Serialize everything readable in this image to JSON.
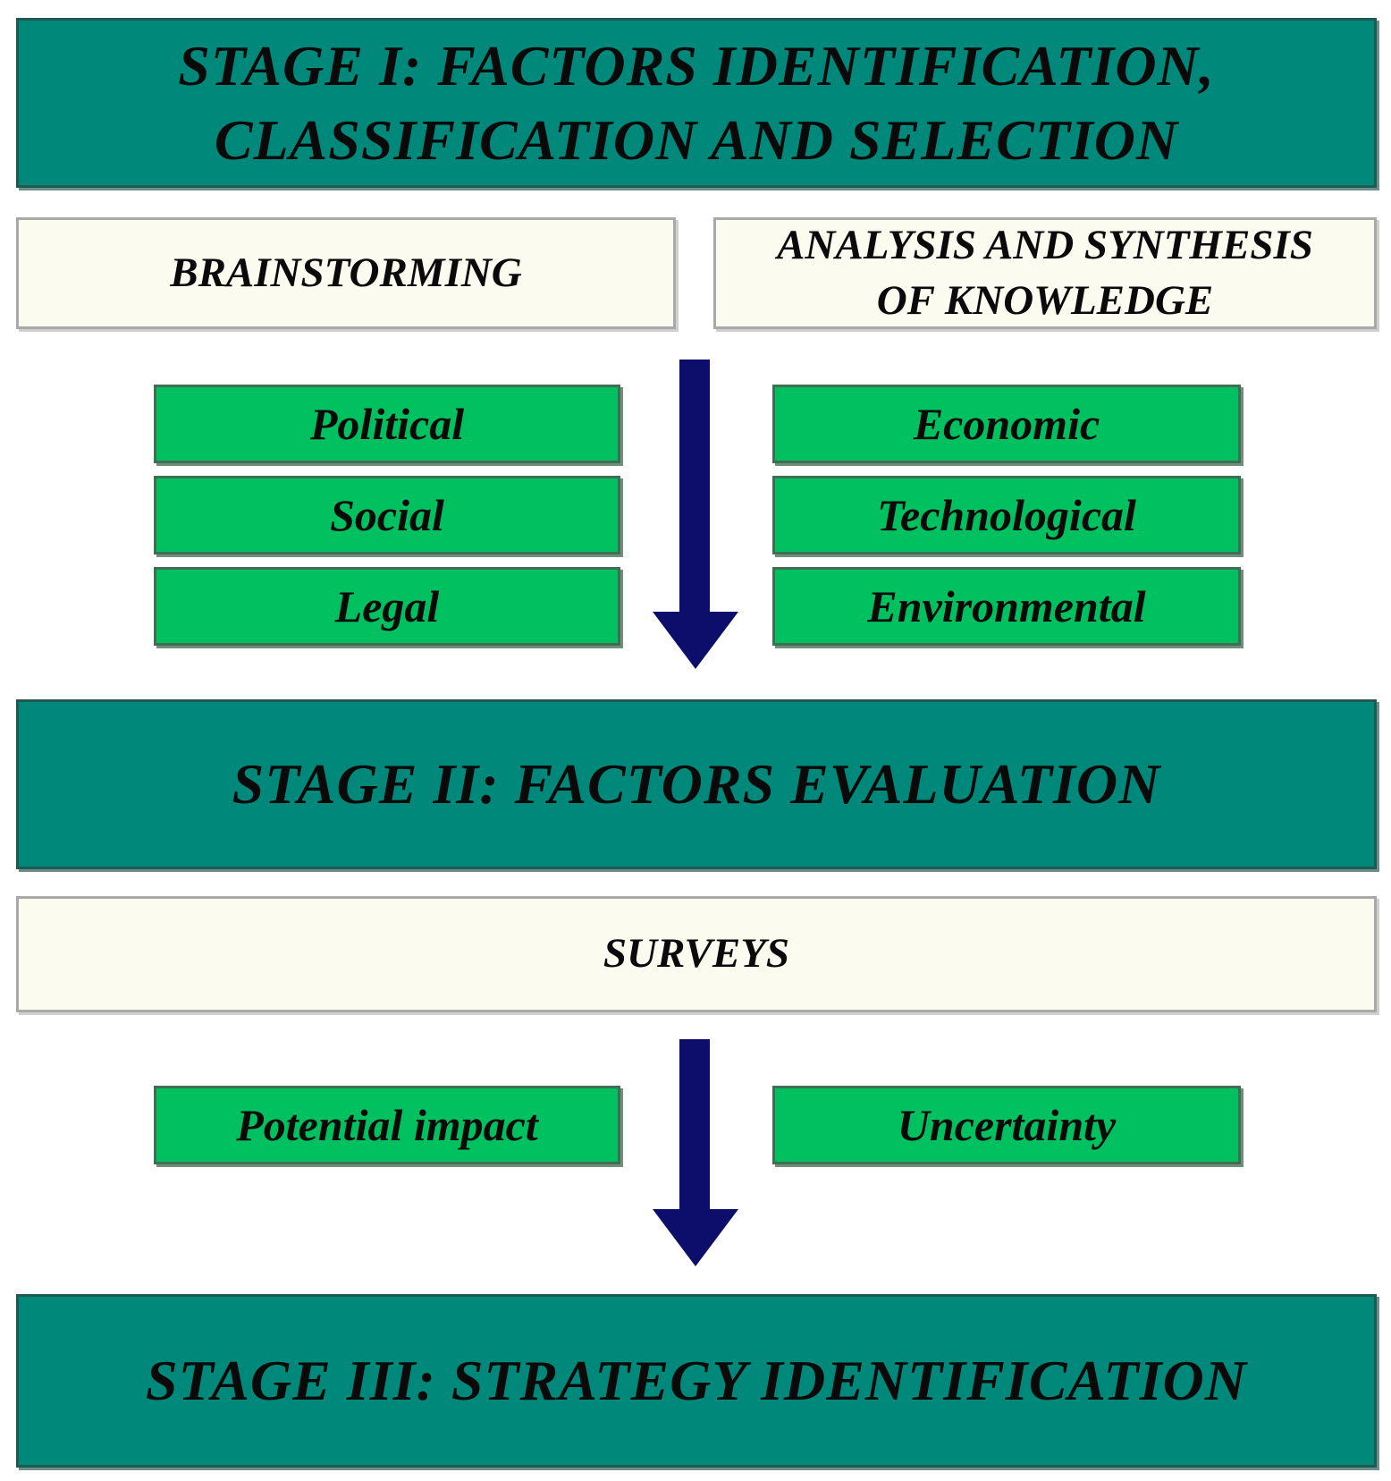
{
  "stages": {
    "stage1": {
      "line1": "STAGE I: FACTORS IDENTIFICATION,",
      "line2": "CLASSIFICATION AND SELECTION"
    },
    "stage2": "STAGE II: FACTORS EVALUATION",
    "stage3": "STAGE III: STRATEGY IDENTIFICATION"
  },
  "methods": {
    "brainstorming": "BRAINSTORMING",
    "analysis": {
      "line1": "ANALYSIS AND SYNTHESIS",
      "line2": "OF KNOWLEDGE"
    },
    "surveys": "SURVEYS"
  },
  "factors": {
    "left": [
      "Political",
      "Social",
      "Legal"
    ],
    "right": [
      "Economic",
      "Technological",
      "Environmental"
    ]
  },
  "criteria": {
    "left": "Potential impact",
    "right": "Uncertainty"
  },
  "colors": {
    "stage_fill": "#00897b",
    "method_fill": "#fbfbf0",
    "factor_fill": "#00c060",
    "arrow": "#0d0d6b"
  }
}
